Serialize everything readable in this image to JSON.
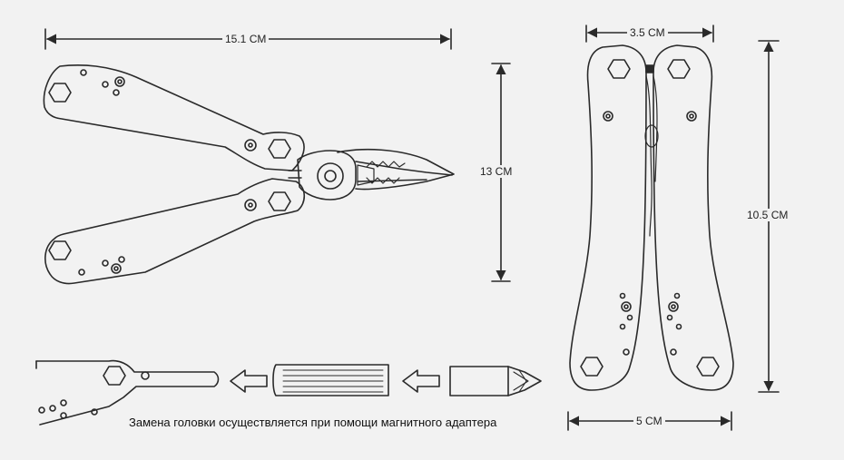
{
  "dimensions": {
    "pliers_length": "15.1 CM",
    "pliers_height": "13 CM",
    "closed_top_width": "3.5 CM",
    "closed_length": "10.5 CM",
    "closed_bottom_width": "5 CM"
  },
  "caption": "Замена головки осуществляется при помощи магнитного адаптера",
  "colors": {
    "line": "#2a2a2a",
    "background": "#f2f2f2"
  }
}
